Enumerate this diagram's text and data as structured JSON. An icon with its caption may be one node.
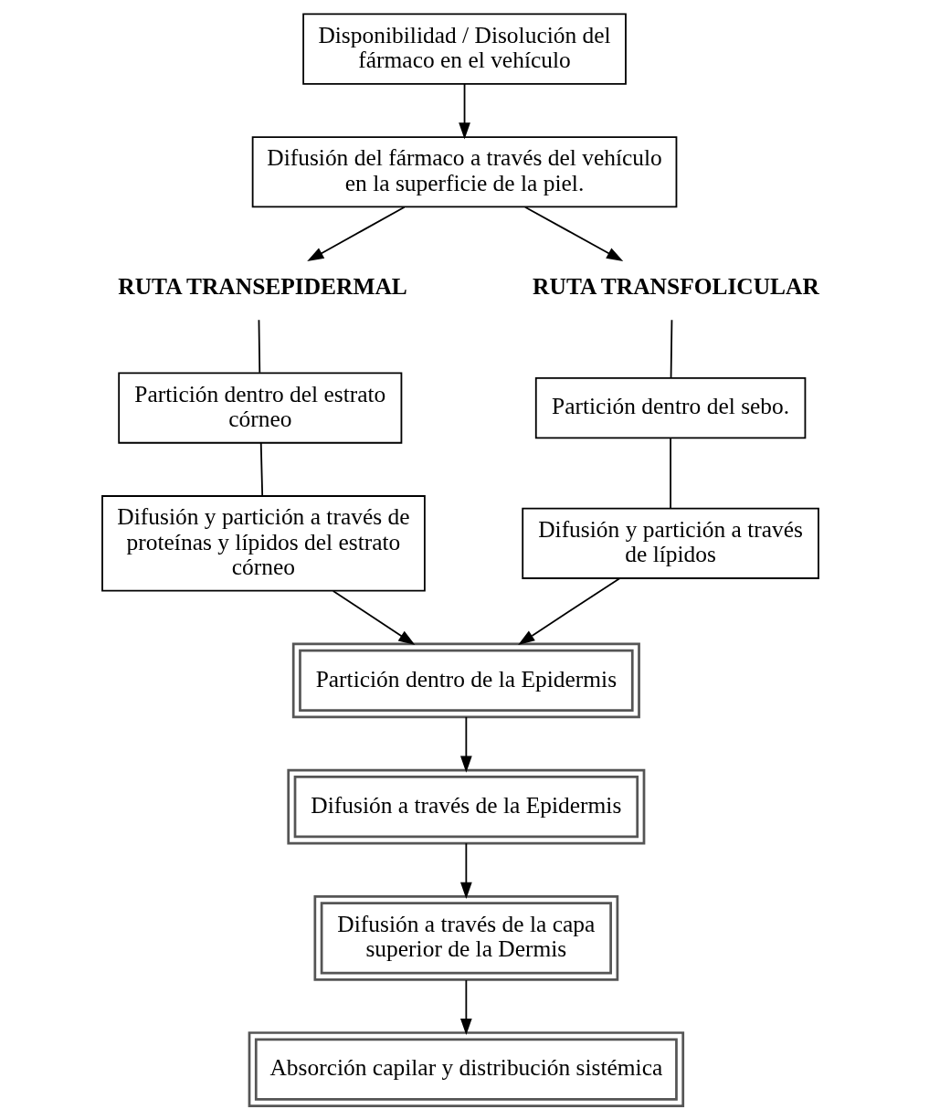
{
  "diagram": {
    "nodes": [
      {
        "text": [
          "Disponibilidad / Disolución del fármaco en el vehículo"
        ]
      },
      {
        "text": [
          "Difusión del fármaco a través del vehículo en la superficie de la piel."
        ]
      },
      {
        "text": [
          "RUTA TRANSEPIDERMAL"
        ]
      },
      {
        "text": [
          "RUTA TRANSFOLICULAR"
        ]
      },
      {
        "text": [
          "Partición dentro del estrato córneo"
        ]
      },
      {
        "text": [
          "Partición dentro del sebo."
        ]
      },
      {
        "text": [
          "Difusión y partición a través de proteínas y lípidos del estrato córneo"
        ]
      },
      {
        "text": [
          "Difusión y partición a través de lípidos"
        ]
      },
      {
        "text": [
          "Partición dentro de la Epidermis"
        ]
      },
      {
        "text": [
          "Difusión a través de la Epidermis"
        ]
      },
      {
        "text": [
          "Difusión a través de la capa superior de la Dermis"
        ]
      },
      {
        "text": [
          "Absorción capilar y distribución sistémica"
        ]
      }
    ],
    "edges": [
      {
        "from": 0,
        "to": 1,
        "arrow": "to"
      },
      {
        "from": 1,
        "to": 2,
        "arrow": "to"
      },
      {
        "from": 1,
        "to": 3,
        "arrow": "to"
      },
      {
        "from": 2,
        "to": 4,
        "arrow": "none"
      },
      {
        "from": 4,
        "to": 6,
        "arrow": "none"
      },
      {
        "from": 3,
        "to": 5,
        "arrow": "none"
      },
      {
        "from": 5,
        "to": 7,
        "arrow": "none"
      },
      {
        "from": 6,
        "to": 8,
        "arrow": "to"
      },
      {
        "from": 7,
        "to": 8,
        "arrow": "to"
      },
      {
        "from": 8,
        "to": 9,
        "arrow": "to"
      },
      {
        "from": 9,
        "to": 10,
        "arrow": "to"
      },
      {
        "from": 10,
        "to": 11,
        "arrow": "to"
      }
    ]
  }
}
